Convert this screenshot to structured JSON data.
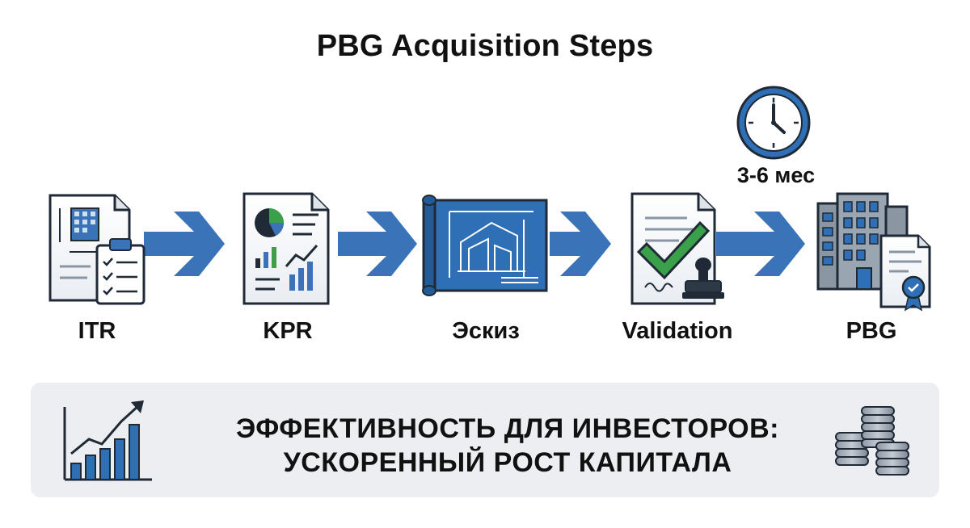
{
  "title": "PBG Acquisition Steps",
  "duration_label": "3-6 мес",
  "steps": [
    {
      "label": "ITR",
      "icon": "document-building-clipboard-icon"
    },
    {
      "label": "KPR",
      "icon": "report-charts-icon"
    },
    {
      "label": "Эскиз",
      "icon": "blueprint-sketch-icon"
    },
    {
      "label": "Validation",
      "icon": "approved-document-stamp-icon"
    },
    {
      "label": "PBG",
      "icon": "building-certificate-icon"
    }
  ],
  "banner": {
    "line1": "ЭФФЕКТИВНОСТЬ ДЛЯ ИНВЕСТОРОВ:",
    "line2": "УСКОРЕННЫЙ РОСТ КАПИТАЛА",
    "left_icon": "growth-chart-icon",
    "right_icon": "coin-stacks-icon"
  },
  "colors": {
    "arrow": "#3a73b8",
    "accent_blue": "#2f6fb5",
    "dark": "#1f2a36",
    "check_green": "#3aa04a",
    "banner_bg": "#eceef1"
  }
}
